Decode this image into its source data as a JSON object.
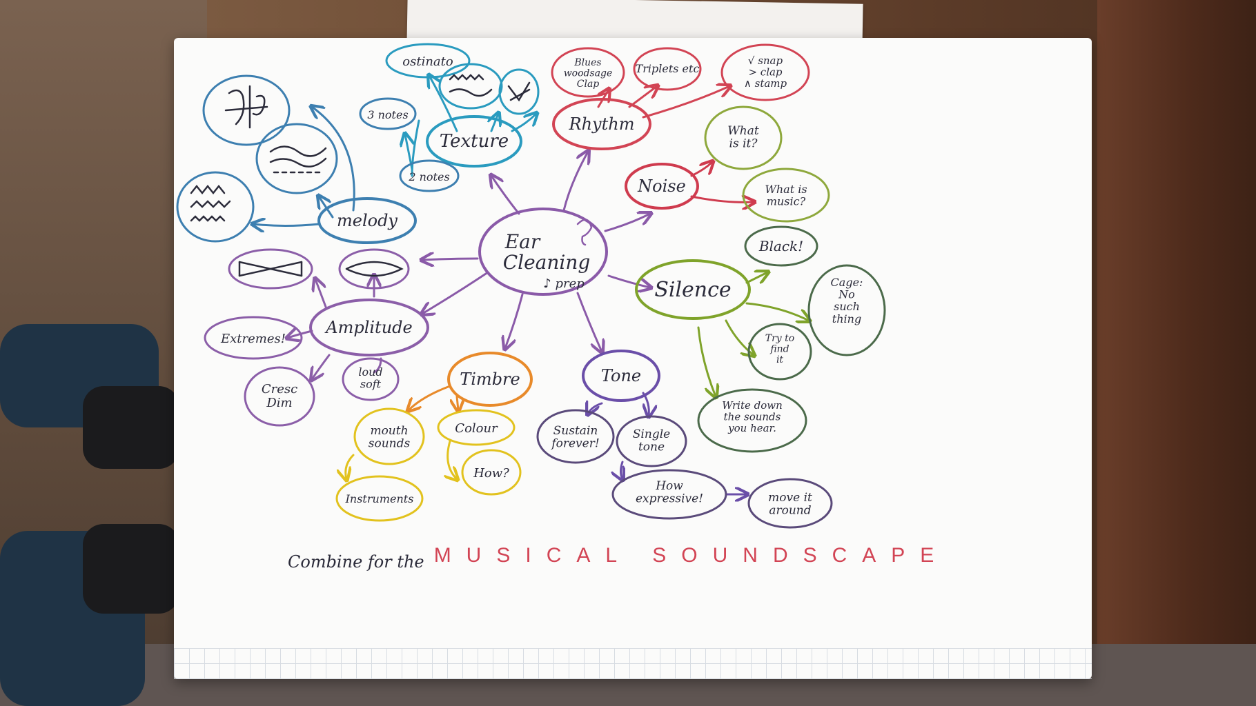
{
  "center": {
    "line1": "Ear",
    "line2": "Cleaning",
    "line3": "♪ prep"
  },
  "melody": {
    "label": "melody"
  },
  "texture": {
    "label": "Texture",
    "ostinato": "ostinato",
    "three_notes": "3 notes",
    "two_notes": "2 notes"
  },
  "rhythm": {
    "label": "Rhythm",
    "blues": "Blues\nwoodsage\nClap",
    "triplets": "Triplets\netc",
    "snap": "√ snap\n> clap\n∧ stamp"
  },
  "noise": {
    "label": "Noise",
    "what_is_it": "What\nis it?",
    "what_is_music": "What is\nmusic?"
  },
  "silence": {
    "label": "Silence",
    "black": "Black!",
    "cage": "Cage:\nNo\nsuch\nthing",
    "try_to_find": "Try to\nfind\nit",
    "write_down": "Write down\nthe sounds\nyou hear."
  },
  "tone": {
    "label": "Tone",
    "sustain": "Sustain\nforever!",
    "single": "Single\ntone",
    "expressive": "How\nexpressive!",
    "move": "move it\naround"
  },
  "timbre": {
    "label": "Timbre",
    "mouth": "mouth\nsounds",
    "colour": "Colour",
    "how": "How?",
    "instruments": "Instruments"
  },
  "amplitude": {
    "label": "Amplitude",
    "extremes": "Extremes!",
    "cresc": "Cresc\nDim",
    "loud_soft": "loud\nsoft"
  },
  "footer": {
    "prefix": "Combine for the",
    "title": "MUSICAL SOUNDSCAPE"
  },
  "colors": {
    "center": "#8a5aa8",
    "melody": "#3d7fb0",
    "texture": "#2a9bbf",
    "rhythm": "#d24454",
    "noise": "#cf3b4e",
    "silence": "#7fa32a",
    "silence_dark": "#4b7a3a",
    "tone": "#6a4ea8",
    "timbre": "#e88a2a",
    "timbre_sub": "#e2c21e",
    "amplitude": "#8b5ea8",
    "ink": "#2b2b3a"
  }
}
